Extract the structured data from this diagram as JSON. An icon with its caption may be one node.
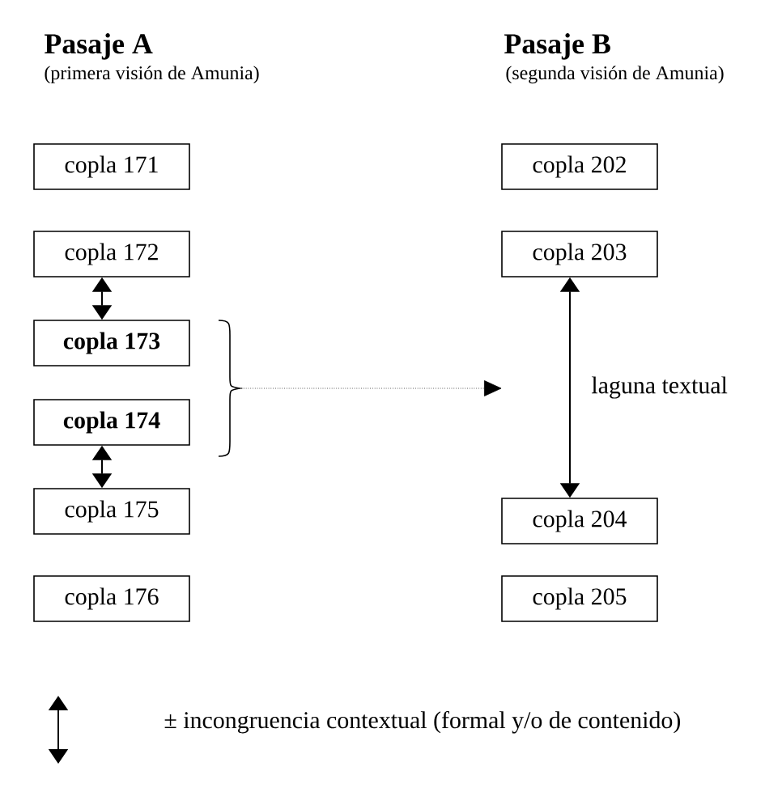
{
  "diagram": {
    "nodes": [
      {
        "text": [
          "copla 171"
        ]
      },
      {
        "text": [
          "copla 172"
        ]
      },
      {
        "text": [
          "copla 173"
        ]
      },
      {
        "text": [
          "copla 174"
        ]
      },
      {
        "text": [
          "copla 175"
        ]
      },
      {
        "text": [
          "copla 176"
        ]
      },
      {
        "text": [
          "copla 202"
        ]
      },
      {
        "text": [
          "copla 203"
        ]
      },
      {
        "text": [
          "copla 204"
        ]
      },
      {
        "text": [
          "copla 205"
        ]
      },
      {
        "text": [],
        "shape": "brace"
      }
    ],
    "edges": [
      {
        "from": 1,
        "to": 2,
        "arrow": "both"
      },
      {
        "from": 3,
        "to": 4,
        "arrow": "both"
      },
      {
        "from": 7,
        "to": 8,
        "arrow": "both",
        "label": "laguna textual"
      },
      {
        "from": 10,
        "to": null,
        "arrow": "to",
        "style": "dashed"
      }
    ],
    "labels": [
      "Pasaje A",
      "(primera visión de Amunia)",
      "Pasaje B",
      "(segunda visión de Amunia)"
    ],
    "legend": [
      {
        "text": "± incongruencia contextual (formal y/o de contenido)"
      }
    ]
  }
}
